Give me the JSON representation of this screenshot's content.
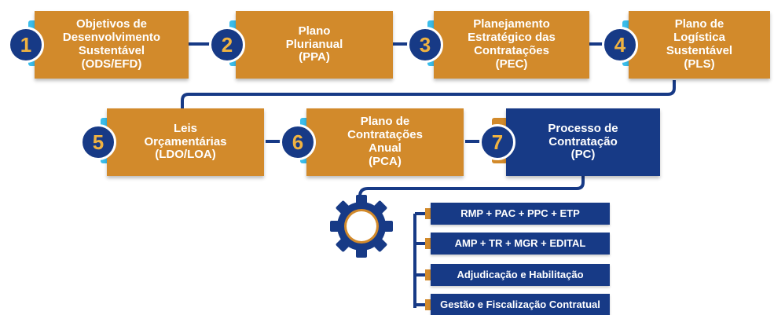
{
  "colors": {
    "step_fill": "#d28a2b",
    "step_active_fill": "#173a86",
    "badge_fill": "#173a86",
    "badge_digit": "#f0b341",
    "connector": "#173a86",
    "tab_accent": "#3bbdea"
  },
  "steps": [
    {
      "number": "1",
      "lines": [
        "Objetivos de",
        "Desenvolvimento",
        "Sustentável",
        "(ODS/EFD)"
      ]
    },
    {
      "number": "2",
      "lines": [
        "Plano",
        "Plurianual",
        "(PPA)"
      ]
    },
    {
      "number": "3",
      "lines": [
        "Planejamento",
        "Estratégico das",
        "Contratações",
        "(PEC)"
      ]
    },
    {
      "number": "4",
      "lines": [
        "Plano de",
        "Logística",
        "Sustentável",
        "(PLS)"
      ]
    },
    {
      "number": "5",
      "lines": [
        "Leis",
        "Orçamentárias",
        "(LDO/LOA)"
      ]
    },
    {
      "number": "6",
      "lines": [
        "Plano de",
        "Contratações",
        "Anual",
        "(PCA)"
      ]
    },
    {
      "number": "7",
      "lines": [
        "Processo de",
        "Contratação",
        "(PC)"
      ]
    }
  ],
  "subprocesses": [
    {
      "label": "RMP + PAC + PPC + ETP"
    },
    {
      "label": "AMP + TR + MGR + EDITAL"
    },
    {
      "label": "Adjudicação e Habilitação"
    },
    {
      "label": "Gestão e Fiscalização Contratual"
    }
  ],
  "gear_icon": "gear-icon"
}
